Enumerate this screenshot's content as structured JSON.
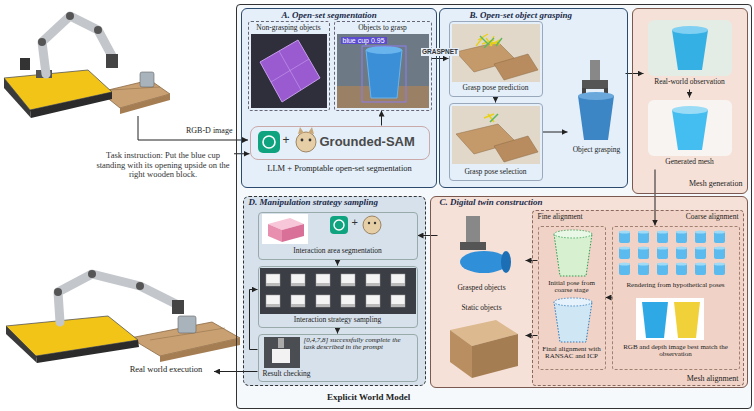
{
  "diagram": {
    "nodes": [
      {
        "text": [
          "Task instruction: Put the blue cup standing with its opening upside on the right wooden block."
        ]
      },
      {
        "text": [
          "Explicit World Model"
        ]
      },
      {
        "text": [
          "A. Open-set segmentation"
        ],
        "in": 1
      },
      {
        "text": [
          "Non-grasping objects"
        ],
        "in": 2
      },
      {
        "text": [
          "Objects to grasp",
          "blue cup 0.95"
        ],
        "in": 2
      },
      {
        "text": [
          "+",
          "Grounded-SAM",
          "LLM + Promptable open-set segmentation"
        ],
        "in": 2
      },
      {
        "text": [
          "B. Open-set object grasping"
        ],
        "in": 1
      },
      {
        "text": [
          "Grasp pose prediction"
        ],
        "in": 6
      },
      {
        "text": [
          "Grasp pose selection"
        ],
        "in": 6
      },
      {
        "text": [
          "Object grasping"
        ],
        "in": 6
      },
      {
        "text": [
          "Mesh generation"
        ],
        "in": 1
      },
      {
        "text": [
          "Real-world observation"
        ],
        "in": 10
      },
      {
        "text": [
          "Generated mesh"
        ],
        "in": 10
      },
      {
        "text": [
          "D. Manipulation strategy sampling"
        ],
        "in": 1
      },
      {
        "text": [
          "+",
          "Interaction area segmentation"
        ],
        "in": 13
      },
      {
        "text": [
          "Interaction strategy sampling"
        ],
        "in": 13
      },
      {
        "text": [
          "[0,4,7,8] successfully complete the task described in the prompt",
          "Result checking"
        ],
        "in": 13
      },
      {
        "text": [
          "C. Digital twin construction"
        ],
        "in": 1
      },
      {
        "text": [
          "Grasped objects"
        ],
        "in": 17
      },
      {
        "text": [
          "Static objects"
        ],
        "in": 17
      },
      {
        "text": [
          "Mesh alignment"
        ],
        "in": 17
      },
      {
        "text": [
          "Fine alignment",
          "Initial pose from coarse stage",
          "Final alignment with RANSAC and ICP"
        ],
        "in": 20
      },
      {
        "text": [
          "Coarse alignment",
          "Rendering from hypothetical poses",
          "RGB and depth image best match the observation"
        ],
        "in": 20
      },
      {
        "text": [
          "Real world execution"
        ]
      }
    ],
    "edges": [
      {
        "from": 0,
        "to": 5,
        "arrow": "to"
      },
      {
        "from": 5,
        "to": 4,
        "arrow": "to"
      },
      {
        "from": 4,
        "to": 7,
        "label": "GRASPNET",
        "arrow": "to"
      },
      {
        "from": 7,
        "to": 8,
        "arrow": "to"
      },
      {
        "from": 8,
        "to": 9,
        "arrow": "to"
      },
      {
        "from": 9,
        "to": 11,
        "arrow": "to"
      },
      {
        "from": 11,
        "to": 12,
        "arrow": "to"
      },
      {
        "from": 12,
        "to": 22,
        "arrow": "to"
      },
      {
        "from": 22,
        "to": 21,
        "arrow": "to"
      },
      {
        "from": 21,
        "to": 18,
        "arrow": "to"
      },
      {
        "from": 21,
        "to": 19,
        "arrow": "to"
      },
      {
        "from": 18,
        "to": 14,
        "arrow": "to"
      },
      {
        "from": 14,
        "to": 15,
        "arrow": "to"
      },
      {
        "from": 15,
        "to": 16,
        "arrow": "to"
      },
      {
        "from": 16,
        "to": 15,
        "arrow": "to"
      },
      {
        "from": 16,
        "to": 23,
        "arrow": "to"
      }
    ],
    "labels": [
      "RGB-D image"
    ]
  }
}
